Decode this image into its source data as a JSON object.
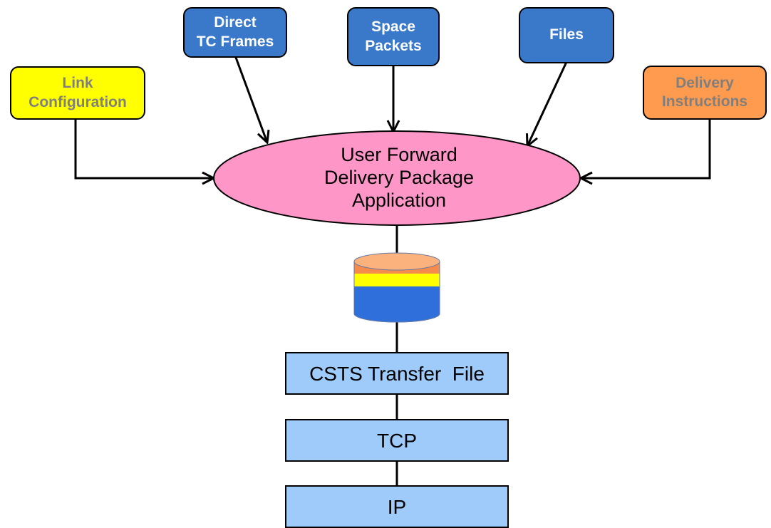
{
  "diagram": {
    "inputs": {
      "link_configuration": "Link\nConfiguration",
      "direct_tc_frames": "Direct\nTC Frames",
      "space_packets": "Space\nPackets",
      "files": "Files",
      "delivery_instructions": "Delivery\nInstructions"
    },
    "application": "User Forward\nDelivery Package\nApplication",
    "stack": {
      "transfer": "CSTS Transfer  File",
      "tcp": "TCP",
      "ip": "IP"
    }
  },
  "colors": {
    "blue_box": "#3a78c9",
    "yellow_box": "#ffff00",
    "orange_box": "#ff9b4e",
    "ellipse": "#ff96c8",
    "layer_box": "#9fcbfb",
    "db_orange": "#f58b4c",
    "db_yellow": "#ffff00",
    "db_blue": "#2f6fdc"
  }
}
